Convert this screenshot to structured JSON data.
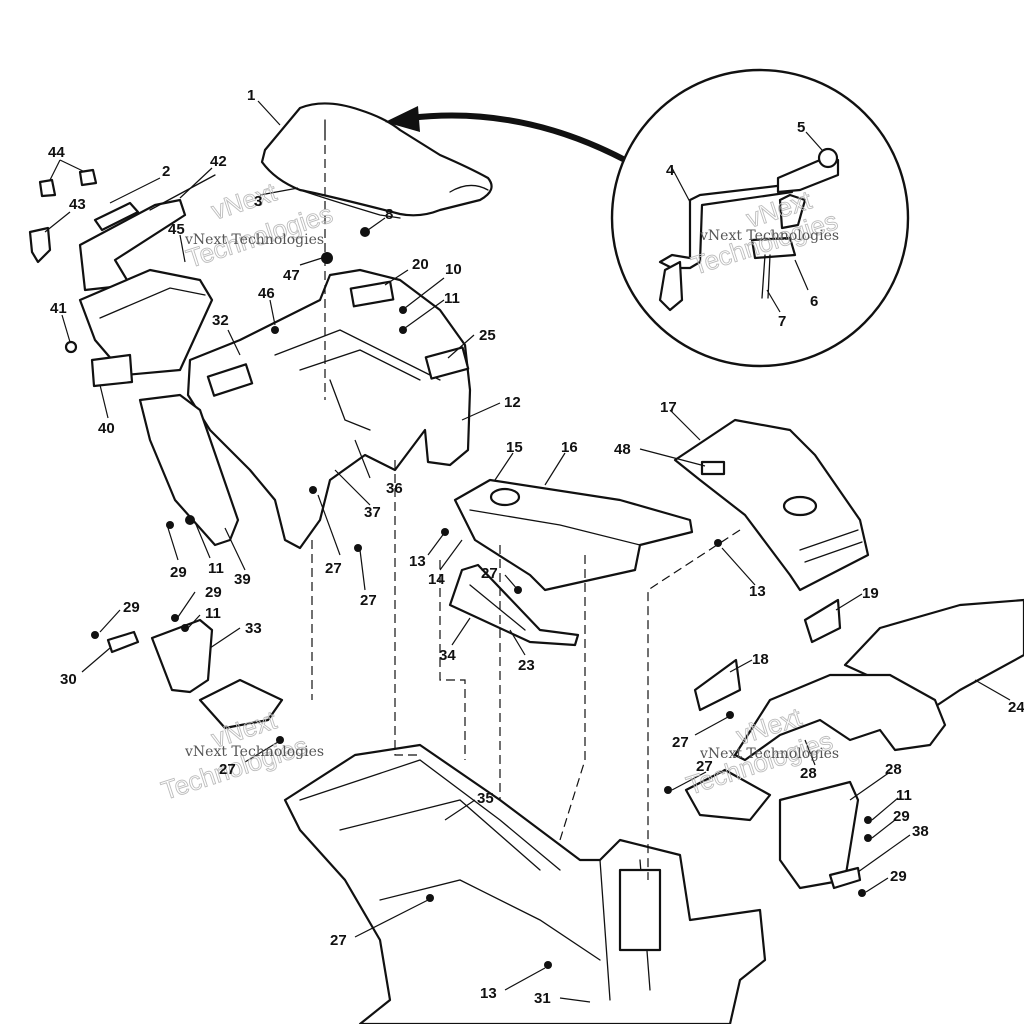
{
  "watermark": {
    "brand": "vNext Technologies",
    "line1": "vNext",
    "line2": "Technologies"
  },
  "callouts": {
    "c1": "1",
    "c2": "2",
    "c3": "3",
    "c4": "4",
    "c5": "5",
    "c6": "6",
    "c7": "7",
    "c8": "8",
    "c10": "10",
    "c11a": "11",
    "c11b": "11",
    "c11c": "11",
    "c11d": "11",
    "c12": "12",
    "c13a": "13",
    "c13b": "13",
    "c13c": "13",
    "c14": "14",
    "c15": "15",
    "c16": "16",
    "c17": "17",
    "c18": "18",
    "c19": "19",
    "c20": "20",
    "c23": "23",
    "c24": "24",
    "c25": "25",
    "c27a": "27",
    "c27b": "27",
    "c27c": "27",
    "c27d": "27",
    "c27e": "27",
    "c27f": "27",
    "c27g": "27",
    "c28a": "28",
    "c28b": "28",
    "c29a": "29",
    "c29b": "29",
    "c29c": "29",
    "c29d": "29",
    "c29e": "29",
    "c30": "30",
    "c31": "31",
    "c32": "32",
    "c33": "33",
    "c34": "34",
    "c35": "35",
    "c36": "36",
    "c37": "37",
    "c38": "38",
    "c39": "39",
    "c40": "40",
    "c41": "41",
    "c42": "42",
    "c43": "43",
    "c44": "44",
    "c45": "45",
    "c46": "46",
    "c47": "47",
    "c48": "48"
  }
}
